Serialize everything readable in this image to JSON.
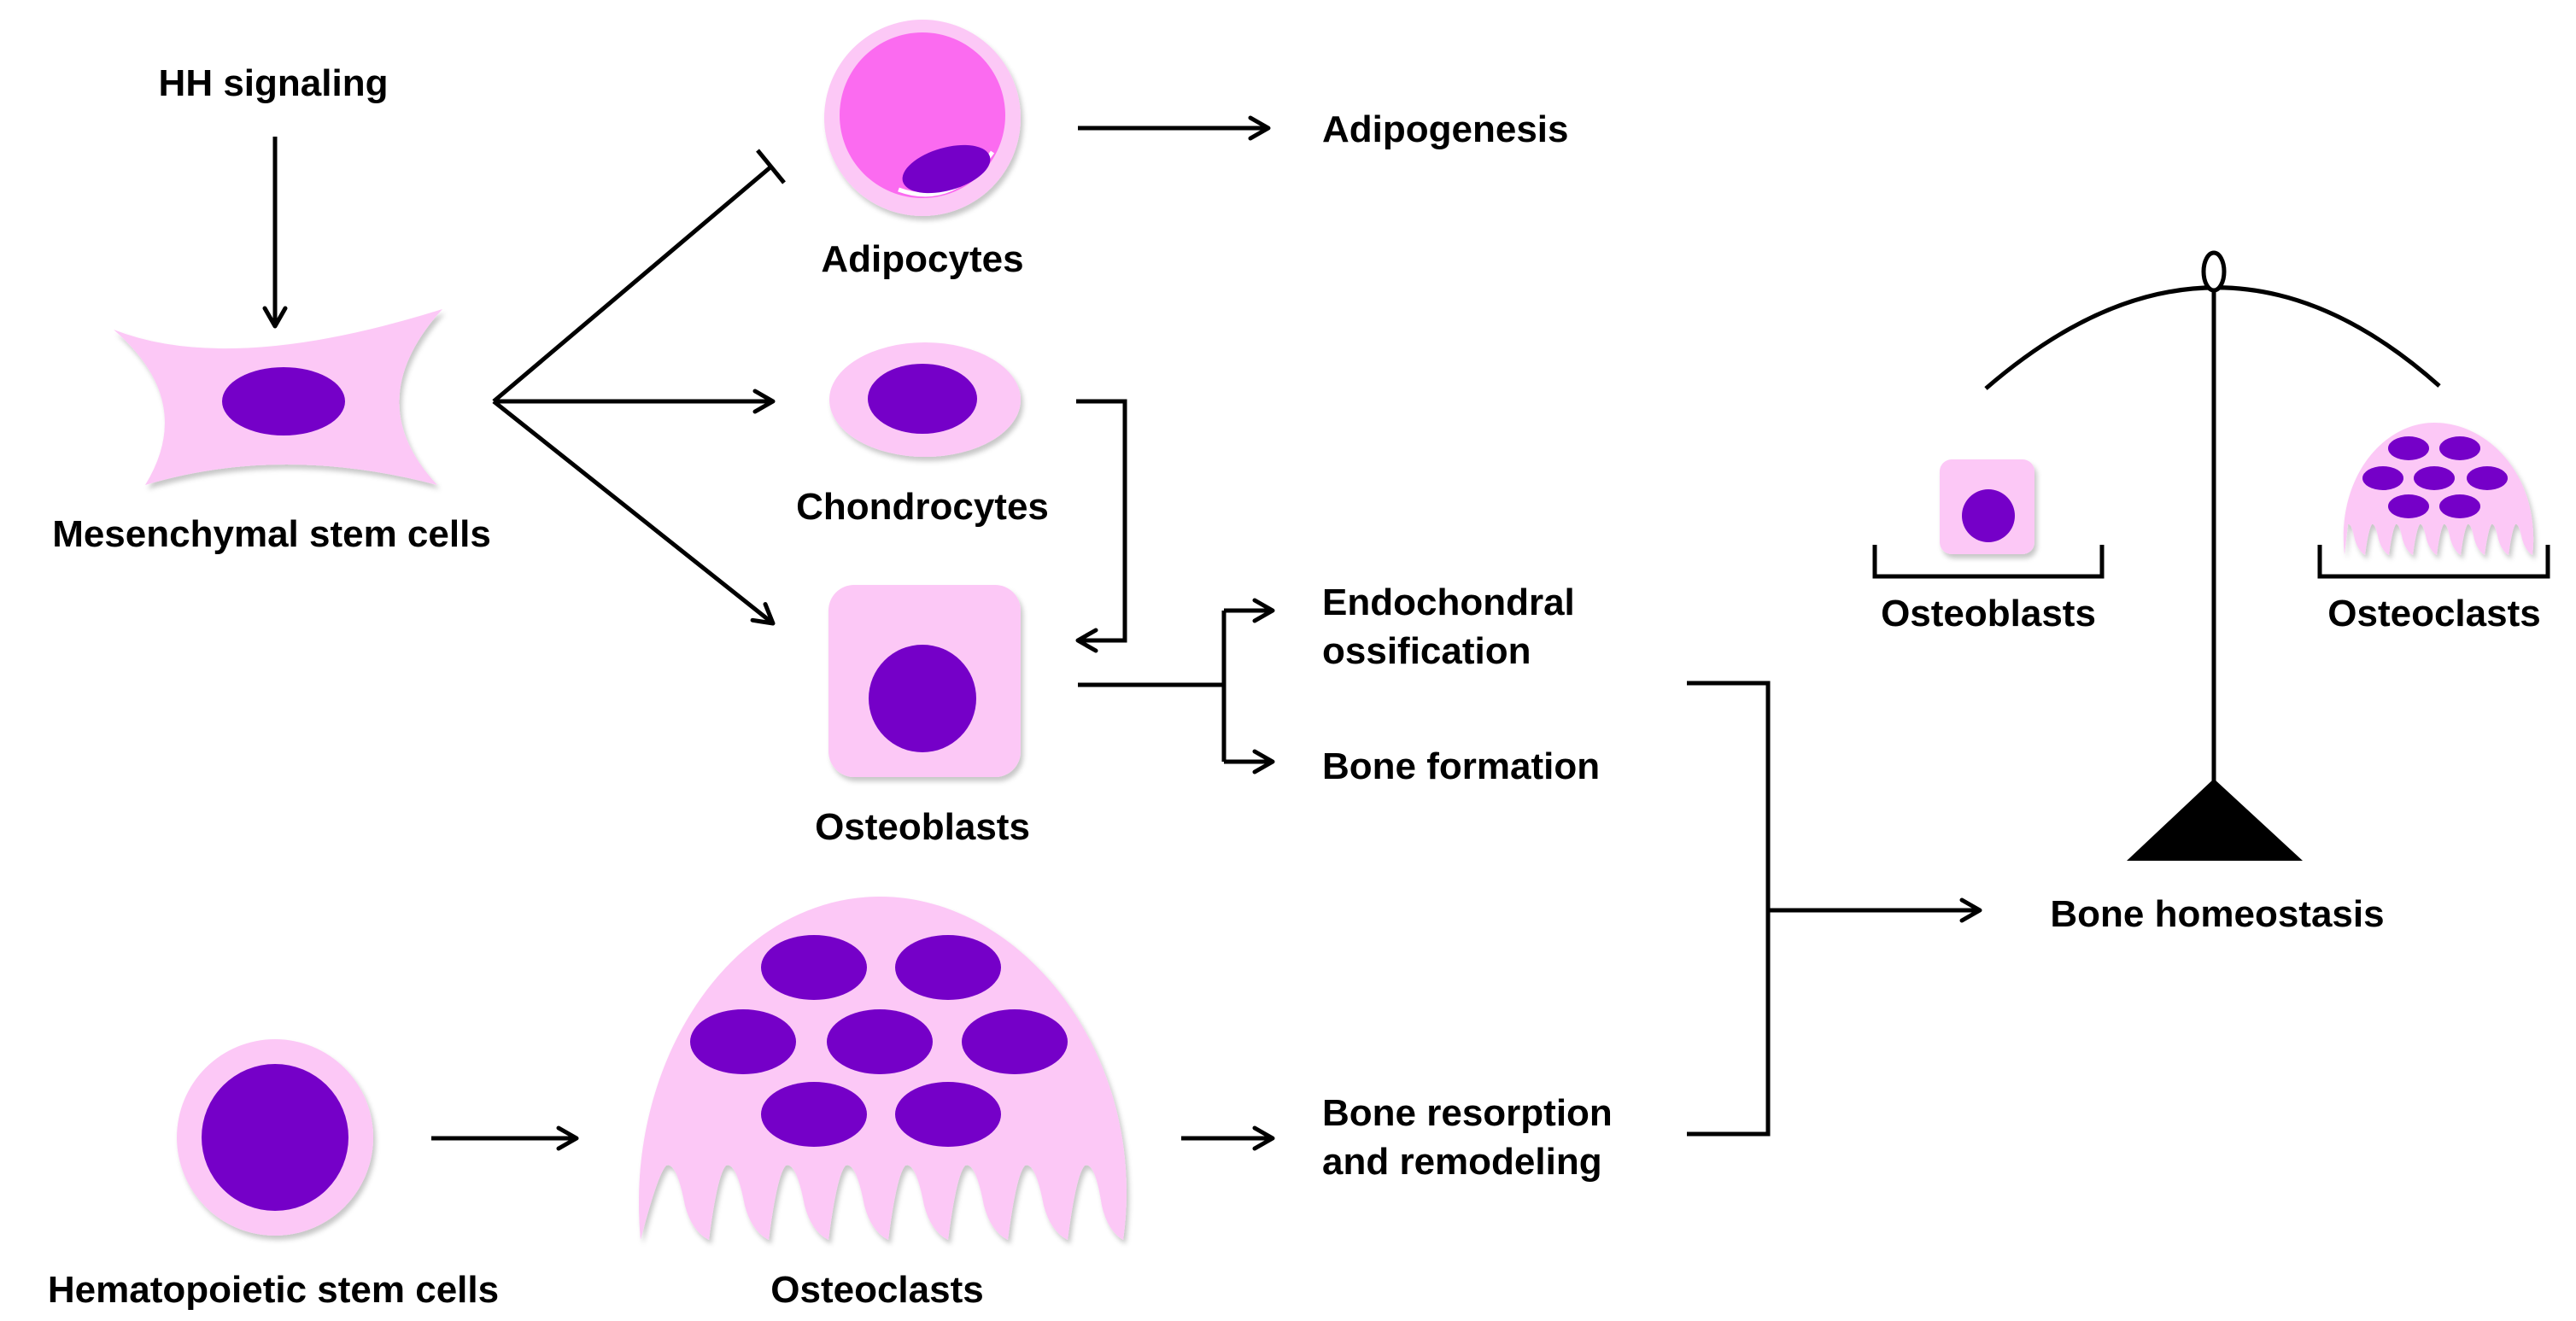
{
  "labels": {
    "hh_signaling": "HH signaling",
    "msc": "Mesenchymal stem cells",
    "adipocytes": "Adipocytes",
    "adipogenesis": "Adipogenesis",
    "chondrocytes": "Chondrocytes",
    "osteoblasts": "Osteoblasts",
    "endochondral_1": "Endochondral",
    "endochondral_2": "ossification",
    "bone_formation": "Bone formation",
    "hsc": "Hematopoietic stem cells",
    "osteoclasts": "Osteoclasts",
    "resorption_1": "Bone resorption",
    "resorption_2": "and remodeling",
    "homeostasis": "Bone homeostasis",
    "balance_left": "Osteoblasts",
    "balance_right": "Osteoclasts"
  },
  "colors": {
    "cell_pink": "#fcc8f6",
    "adipocyte_inner": "#fb6bf0",
    "nucleus": "#7500c8",
    "line": "#000000",
    "background": "#ffffff"
  }
}
